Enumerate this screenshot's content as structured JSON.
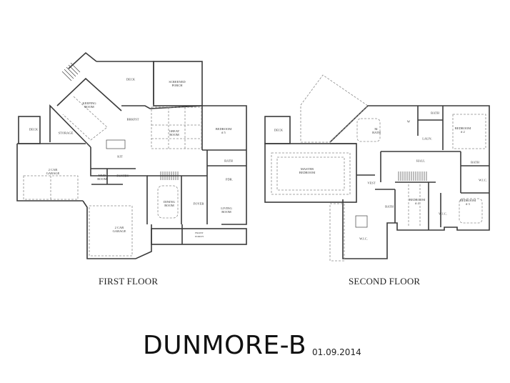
{
  "plan": {
    "name": "DUNMORE-B",
    "date": "01.09.2014"
  },
  "first_floor": {
    "caption": "FIRST FLOOR",
    "rooms": {
      "deck_main": "DECK",
      "screened_porch": "SCREENED\nPORCH",
      "keeping_room": "KEEPING\nROOM",
      "brkfst": "BRKFST",
      "great_room": "GREAT\nROOM",
      "bedroom5": "BEDROOM\n# 5",
      "deck_side": "DECK",
      "storage": "STORAGE",
      "kit": "KIT",
      "garage_2car_a": "2 CAR\nGARAGE",
      "mud_room": "MUD\nROOM",
      "pantry": "PANTRY",
      "bath": "BATH",
      "pdr": "PDR.",
      "dining_room": "DINING\nROOM",
      "foyer": "FOYER",
      "living_room": "LIVING\nROOM",
      "garage_2car_b": "2 CAR\nGARAGE",
      "front_porch": "FRONT\nPORCH"
    }
  },
  "second_floor": {
    "caption": "SECOND FLOOR",
    "rooms": {
      "deck": "DECK",
      "master_bedroom": "MASTER\nBEDROOM",
      "m_bath": "M.\nBATH",
      "wc": "W",
      "bath_top": "BATH",
      "laun": "LAUN.",
      "bedroom2": "BEDROOM\n# 2",
      "hall": "HALL",
      "bath_right": "BATH",
      "wic_right": "W.I.C.",
      "vest": "VEST",
      "bath_mid": "BATH",
      "bedroom4": "BEDROOM\n# 4",
      "wic_mid": "W.I.C.",
      "bedroom3": "BEDROOM\n# 3",
      "wic_master": "W.I.C."
    }
  }
}
